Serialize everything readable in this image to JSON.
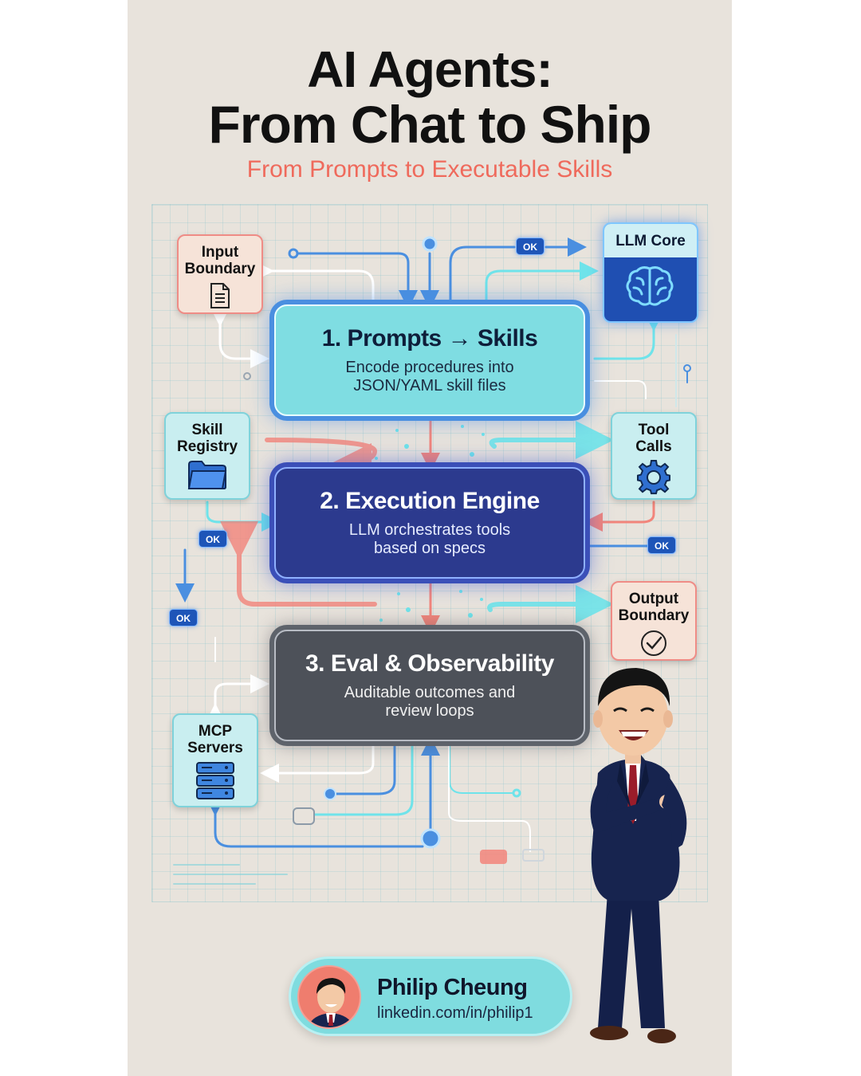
{
  "header": {
    "title_line1": "AI Agents:",
    "title_line2": "From Chat to Ship",
    "subtitle": "From Prompts to Executable Skills"
  },
  "stages": [
    {
      "title": "1. Prompts → Skills",
      "desc_line1": "Encode procedures into",
      "desc_line2": "JSON/YAML skill files"
    },
    {
      "title": "2. Execution Engine",
      "desc_line1": "LLM orchestrates tools",
      "desc_line2": "based on specs"
    },
    {
      "title": "3. Eval & Observability",
      "desc_line1": "Auditable outcomes and",
      "desc_line2": "review loops"
    }
  ],
  "cards": {
    "input_boundary": {
      "line1": "Input",
      "line2": "Boundary",
      "icon": "document-icon"
    },
    "skill_registry": {
      "line1": "Skill",
      "line2": "Registry",
      "icon": "folder-icon"
    },
    "mcp_servers": {
      "line1": "MCP",
      "line2": "Servers",
      "icon": "server-stack-icon"
    },
    "llm_core": {
      "label": "LLM Core",
      "icon": "brain-icon"
    },
    "tool_calls": {
      "line1": "Tool",
      "line2": "Calls",
      "icon": "gear-icon"
    },
    "output_boundary": {
      "line1": "Output",
      "line2": "Boundary",
      "icon": "check-circle-icon"
    }
  },
  "badges": {
    "ok": "OK"
  },
  "profile": {
    "name": "Philip Cheung",
    "link": "linkedin.com/in/philip1"
  },
  "colors": {
    "background": "#e8e3dc",
    "accent_coral": "#ef6a5c",
    "stage1_fill": "#7fdde2",
    "stage2_fill": "#2c3a8e",
    "stage3_fill": "#4d5159",
    "connector_blue": "#4a8fe0",
    "connector_coral": "#f2857b"
  }
}
